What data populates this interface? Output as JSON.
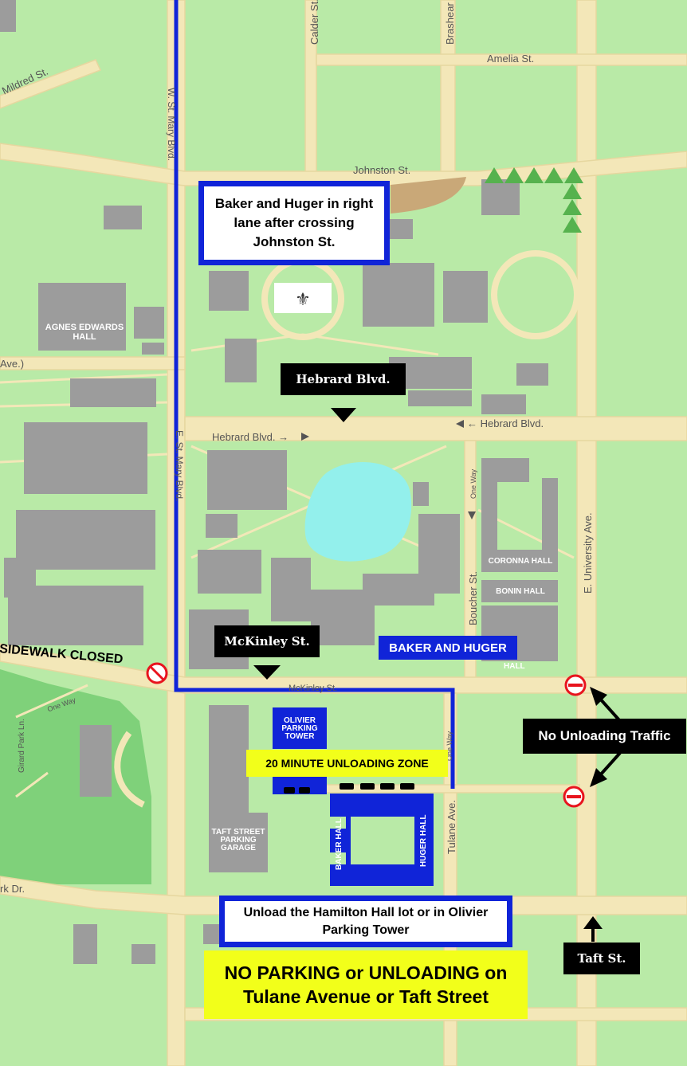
{
  "colors": {
    "grass": "#b9eaa7",
    "road": "#f3e7b8",
    "road_edge": "#e6d79f",
    "building": "#9c9c9c",
    "park": "#7fd17a",
    "pond": "#93f0ec",
    "route_blue": "#1024d8",
    "no_entry_red": "#e8141e",
    "callout_black": "#000000",
    "notice_yellow": "#f2ff1a"
  },
  "streets": {
    "mildred": "Mildred St.",
    "calder": "Calder St.",
    "brashear": "Brashear",
    "amelia": "Amelia St.",
    "st_mary_w": "W. St. Mary Blvd.",
    "johnston": "Johnston St.",
    "girard_ave": "Ave.)",
    "hebrard_right": "← Hebrard Blvd.",
    "hebrard_left": "Hebrard Blvd. →",
    "st_mary_e": "E. St. Mary Blvd.",
    "one_way_boucher": "One Way",
    "boucher": "Boucher St.",
    "e_university": "E. University Ave.",
    "mckinley": "McKinley St.",
    "girard_park_ln": "Girard Park Ln.",
    "one_way_girard": "One Way",
    "one_way_tulane": "One Way",
    "tulane": "Tulane Ave.",
    "park_dr": "rk Dr."
  },
  "buildings": {
    "agnes_edwards": "AGNES EDWARDS HALL",
    "corona": "CORONNA HALL",
    "bonin": "BONIN HALL",
    "hall_fragment": "HALL",
    "olivier": "OLIVIER PARKING TOWER",
    "taft_garage": "TAFT STREET PARKING GARAGE",
    "baker_hall": "BAKER HALL",
    "huger_hall": "HUGER HALL"
  },
  "callouts": {
    "baker_huger_lane": "Baker and Huger in right lane after crossing Johnston St.",
    "hebrard": "Hebrard Blvd.",
    "mckinley": "McKinley St.",
    "baker_huger_label": "BAKER AND HUGER",
    "sidewalk_closed": "SIDEWALK CLOSED",
    "unloading_zone": "20 MINUTE UNLOADING ZONE",
    "no_unloading_traffic": "No Unloading Traffic",
    "unload_lot": "Unload the Hamilton Hall lot or in Olivier Parking Tower",
    "no_parking": "NO PARKING or UNLOADING on Tulane Avenue or Taft Street",
    "taft": "Taft St."
  },
  "icons": {
    "no_entry": "no-entry-icon",
    "fleur_de_lis": "fleur-de-lis-icon",
    "tree": "tree-icon",
    "arrow": "arrow-icon",
    "vehicle": "vehicle-icon"
  }
}
